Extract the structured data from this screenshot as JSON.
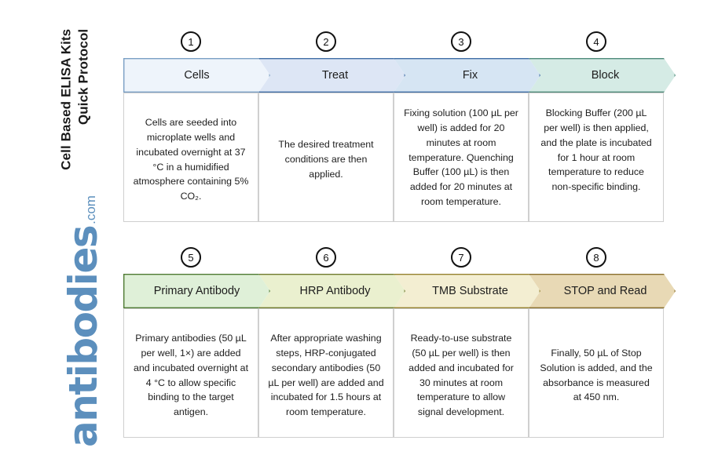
{
  "title": "Cell Based ELISA Kits\nQuick Protocol",
  "brand": {
    "name": "antibodies",
    "tld": ".com"
  },
  "colors": {
    "step1_fill": "#eef4fb",
    "step1_border": "#7a9fc4",
    "step2_fill": "#dde6f5",
    "step2_border": "#3f6ea5",
    "step3_fill": "#d6e5f3",
    "step3_border": "#3f6ea5",
    "step4_fill": "#d5ebe5",
    "step4_border": "#4f8a7a",
    "step5_fill": "#dff0d8",
    "step5_border": "#4e7a32",
    "step6_fill": "#eaf0cf",
    "step6_border": "#6f7a2e",
    "step7_fill": "#f3eed2",
    "step7_border": "#94812e",
    "step8_fill": "#e8d9b5",
    "step8_border": "#8a6f2e",
    "cell_border": "#cfcfcf",
    "brand_blue": "#5c8fbd",
    "number_ring": "#111111"
  },
  "rows": [
    {
      "id": "row-1",
      "steps": [
        {
          "number": "1",
          "label": "Cells",
          "body": "Cells are seeded into microplate wells and incubated overnight at 37 °C in a humidified atmosphere containing 5% CO₂.",
          "fill": "#eef4fb",
          "border": "#7a9fc4",
          "align": "v-mid"
        },
        {
          "number": "2",
          "label": "Treat",
          "body": "The desired treatment conditions are then applied.",
          "fill": "#dde6f5",
          "border": "#3f6ea5",
          "align": "v-mid"
        },
        {
          "number": "3",
          "label": "Fix",
          "body": "Fixing solution (100 µL per well) is added for 20 minutes at room temperature. Quenching Buffer (100 µL) is then added for 20 minutes at room temperature.",
          "fill": "#d6e5f3",
          "border": "#3f6ea5",
          "align": "v-top"
        },
        {
          "number": "4",
          "label": "Block",
          "body": "Blocking Buffer (200 µL per well) is then applied, and the plate is incubated for 1 hour at room temperature to reduce non-specific binding.",
          "fill": "#d5ebe5",
          "border": "#4f8a7a",
          "align": "v-top"
        }
      ]
    },
    {
      "id": "row-2",
      "steps": [
        {
          "number": "5",
          "label": "Primary Antibody",
          "body": "Primary antibodies (50 µL per well, 1×) are added and incubated overnight at 4 °C to allow specific binding to the target antigen.",
          "fill": "#dff0d8",
          "border": "#4e7a32",
          "align": "v-mid"
        },
        {
          "number": "6",
          "label": "HRP Antibody",
          "body": "After appropriate washing steps, HRP-conjugated secondary antibodies (50 µL per well) are added and incubated for 1.5 hours at room temperature.",
          "fill": "#eaf0cf",
          "border": "#6f7a2e",
          "align": "v-mid"
        },
        {
          "number": "7",
          "label": "TMB Substrate",
          "body": "Ready-to-use substrate (50 µL per well) is then added and incubated for 30 minutes at room temperature to allow signal development.",
          "fill": "#f3eed2",
          "border": "#94812e",
          "align": "v-mid"
        },
        {
          "number": "8",
          "label": "STOP and Read",
          "body": "Finally, 50 µL of Stop Solution is added, and the absorbance is measured at 450 nm.",
          "fill": "#e8d9b5",
          "border": "#8a6f2e",
          "align": "v-mid"
        }
      ]
    }
  ]
}
